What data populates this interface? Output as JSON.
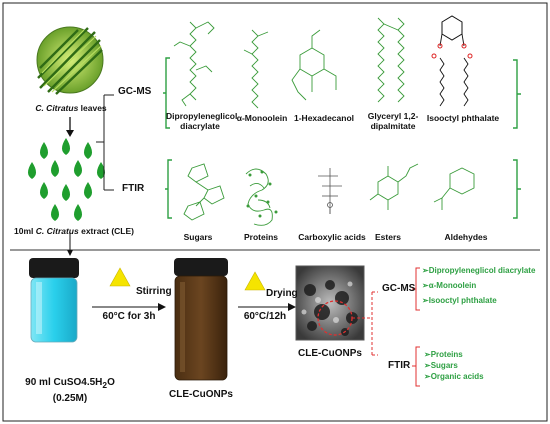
{
  "plant": {
    "label_species": "C. Citratus",
    "label_rest": " leaves"
  },
  "extract": {
    "prefix": "10ml ",
    "species": "C. Citratus",
    "suffix": " extract (CLE)"
  },
  "methods": {
    "gcms": "GC-MS",
    "ftir": "FTIR"
  },
  "gcms_compounds": [
    "Dipropyleneglicol diacrylate",
    "α-Monoolein",
    "1-Hexadecanol",
    "Glyceryl 1,2-dipalmitate",
    "Isooctyl phthalate"
  ],
  "ftir_compounds": [
    "Sugars",
    "Proteins",
    "Carboxylic acids",
    "Esters",
    "Aldehydes"
  ],
  "steps": {
    "solution_label_1": "90 ml CuSO4.5H",
    "solution_label_sub": "2",
    "solution_label_o": "O",
    "solution_label_2": "(0.25M)",
    "stir_label": "Stirring",
    "stir_cond": "60°C for 3h",
    "product_label": "CLE-CuONPs",
    "dry_label": "Drying",
    "dry_cond": "60°C/12h",
    "sem_label": "CLE-CuONPs"
  },
  "results": {
    "gcms": "GC-MS",
    "gcms_items": [
      "Dipropyleneglicol diacrylate",
      "α-Monoolein",
      "Isooctyl phthalate"
    ],
    "ftir": "FTIR",
    "ftir_items": [
      "Proteins",
      "Sugars",
      "Organic acids"
    ]
  },
  "colors": {
    "green": "#2ea043",
    "mol_green": "#3a9b3a",
    "triangle": "#f5e400",
    "blue": "#27c1e0",
    "brown": "#5a3a1a",
    "red": "#e03030"
  }
}
